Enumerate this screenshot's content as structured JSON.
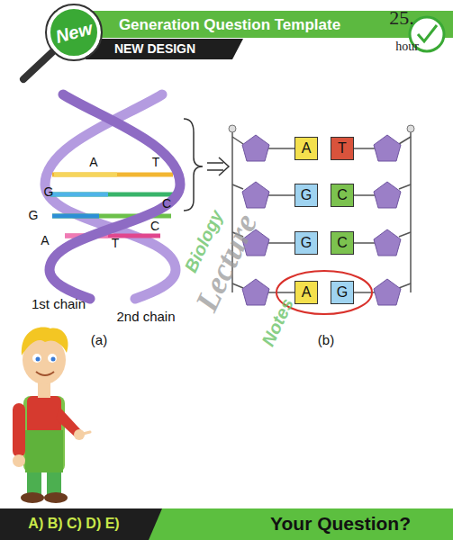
{
  "diagram": {
    "title": "Generation Question Template",
    "nodes": [
      {
        "text": [
          "A"
        ]
      },
      {
        "text": [
          "T"
        ]
      },
      {
        "text": [
          "G"
        ]
      },
      {
        "text": [
          "C"
        ]
      },
      {
        "text": [
          "G"
        ]
      },
      {
        "text": [
          "C"
        ]
      },
      {
        "text": [
          "A"
        ]
      },
      {
        "text": [
          "G"
        ]
      }
    ],
    "labels": [
      "New",
      "NEW DESIGN",
      "25.",
      "hour",
      "A",
      "T",
      "G",
      "C",
      "G",
      "C",
      "A",
      "T",
      "1st chain",
      "2nd chain",
      "(a)",
      "(b)",
      "Biology",
      "Lecture",
      "Notes",
      "A) B) C) D) E)",
      "Your Question?"
    ]
  }
}
